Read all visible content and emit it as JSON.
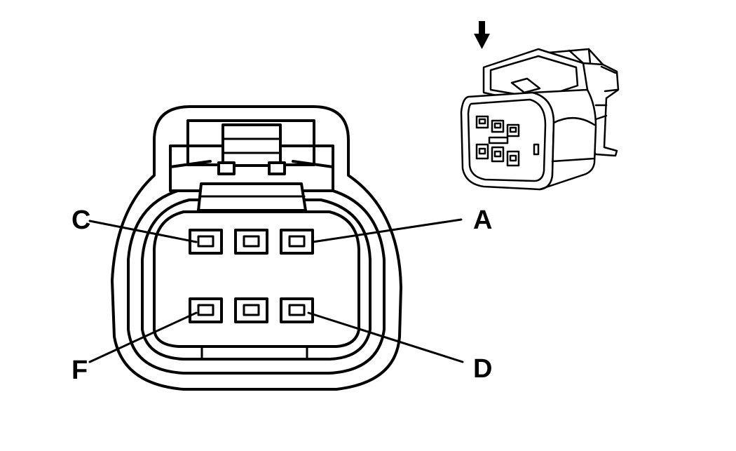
{
  "callouts": [
    {
      "pin": "A",
      "label": "A"
    },
    {
      "pin": "C",
      "label": "C"
    },
    {
      "pin": "D",
      "label": "D"
    },
    {
      "pin": "F",
      "label": "F"
    }
  ],
  "connector": {
    "cavity_count": 6,
    "rows": 2,
    "columns": 3
  }
}
